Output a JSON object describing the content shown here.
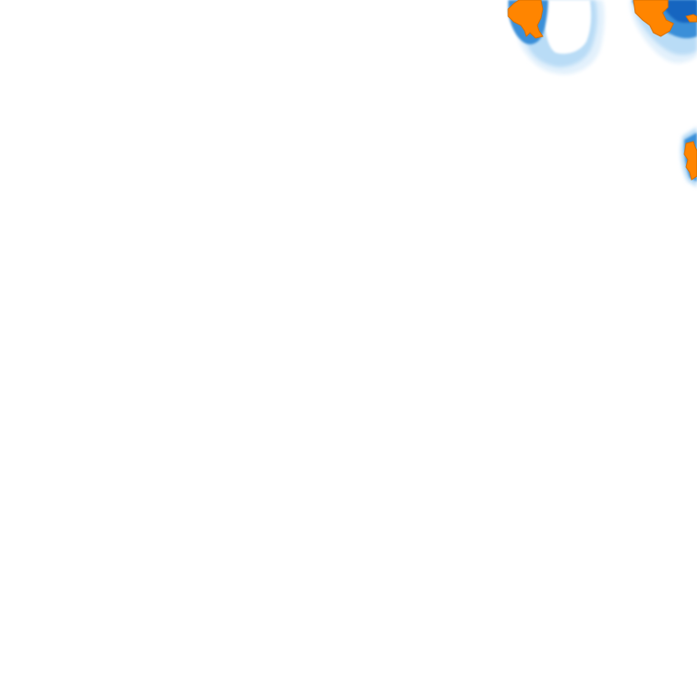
{
  "map": {
    "kind": "weather-radar-overlay-tile",
    "background_color": "#ffffff",
    "legend_visible": false,
    "labels_visible": false,
    "palette": {
      "very_light": "#e3f1fc",
      "light": "#b9dcf6",
      "medium": "#7cbcec",
      "dark": "#3a8fd8",
      "deep": "#1565c0",
      "core": "#ff8500",
      "core_outline": "#d96f00"
    },
    "cells": [
      {
        "id": "cell-north-center",
        "intensity": "heavy",
        "position": "top-center-right"
      },
      {
        "id": "cell-north-east",
        "intensity": "heavy",
        "position": "top-right"
      },
      {
        "id": "cell-east-edge",
        "intensity": "heavy",
        "position": "right-edge"
      }
    ]
  }
}
